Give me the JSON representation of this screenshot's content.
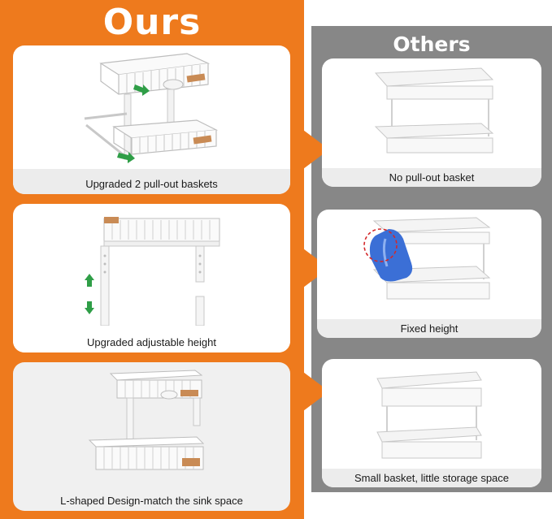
{
  "ours": {
    "title": "Ours",
    "items": [
      {
        "caption": "Upgraded 2 pull-out baskets"
      },
      {
        "caption": "Upgraded adjustable height"
      },
      {
        "caption": "L-shaped Design-match the sink space"
      }
    ]
  },
  "others": {
    "title": "Others",
    "items": [
      {
        "caption": "No pull-out basket"
      },
      {
        "caption": "Fixed height"
      },
      {
        "caption": "Small basket, little storage space"
      }
    ]
  },
  "colors": {
    "orange": "#ee7a1d",
    "gray": "#878787",
    "green": "#2f9e47",
    "wood": "#c98b55",
    "red_dashed": "#d4282a"
  }
}
